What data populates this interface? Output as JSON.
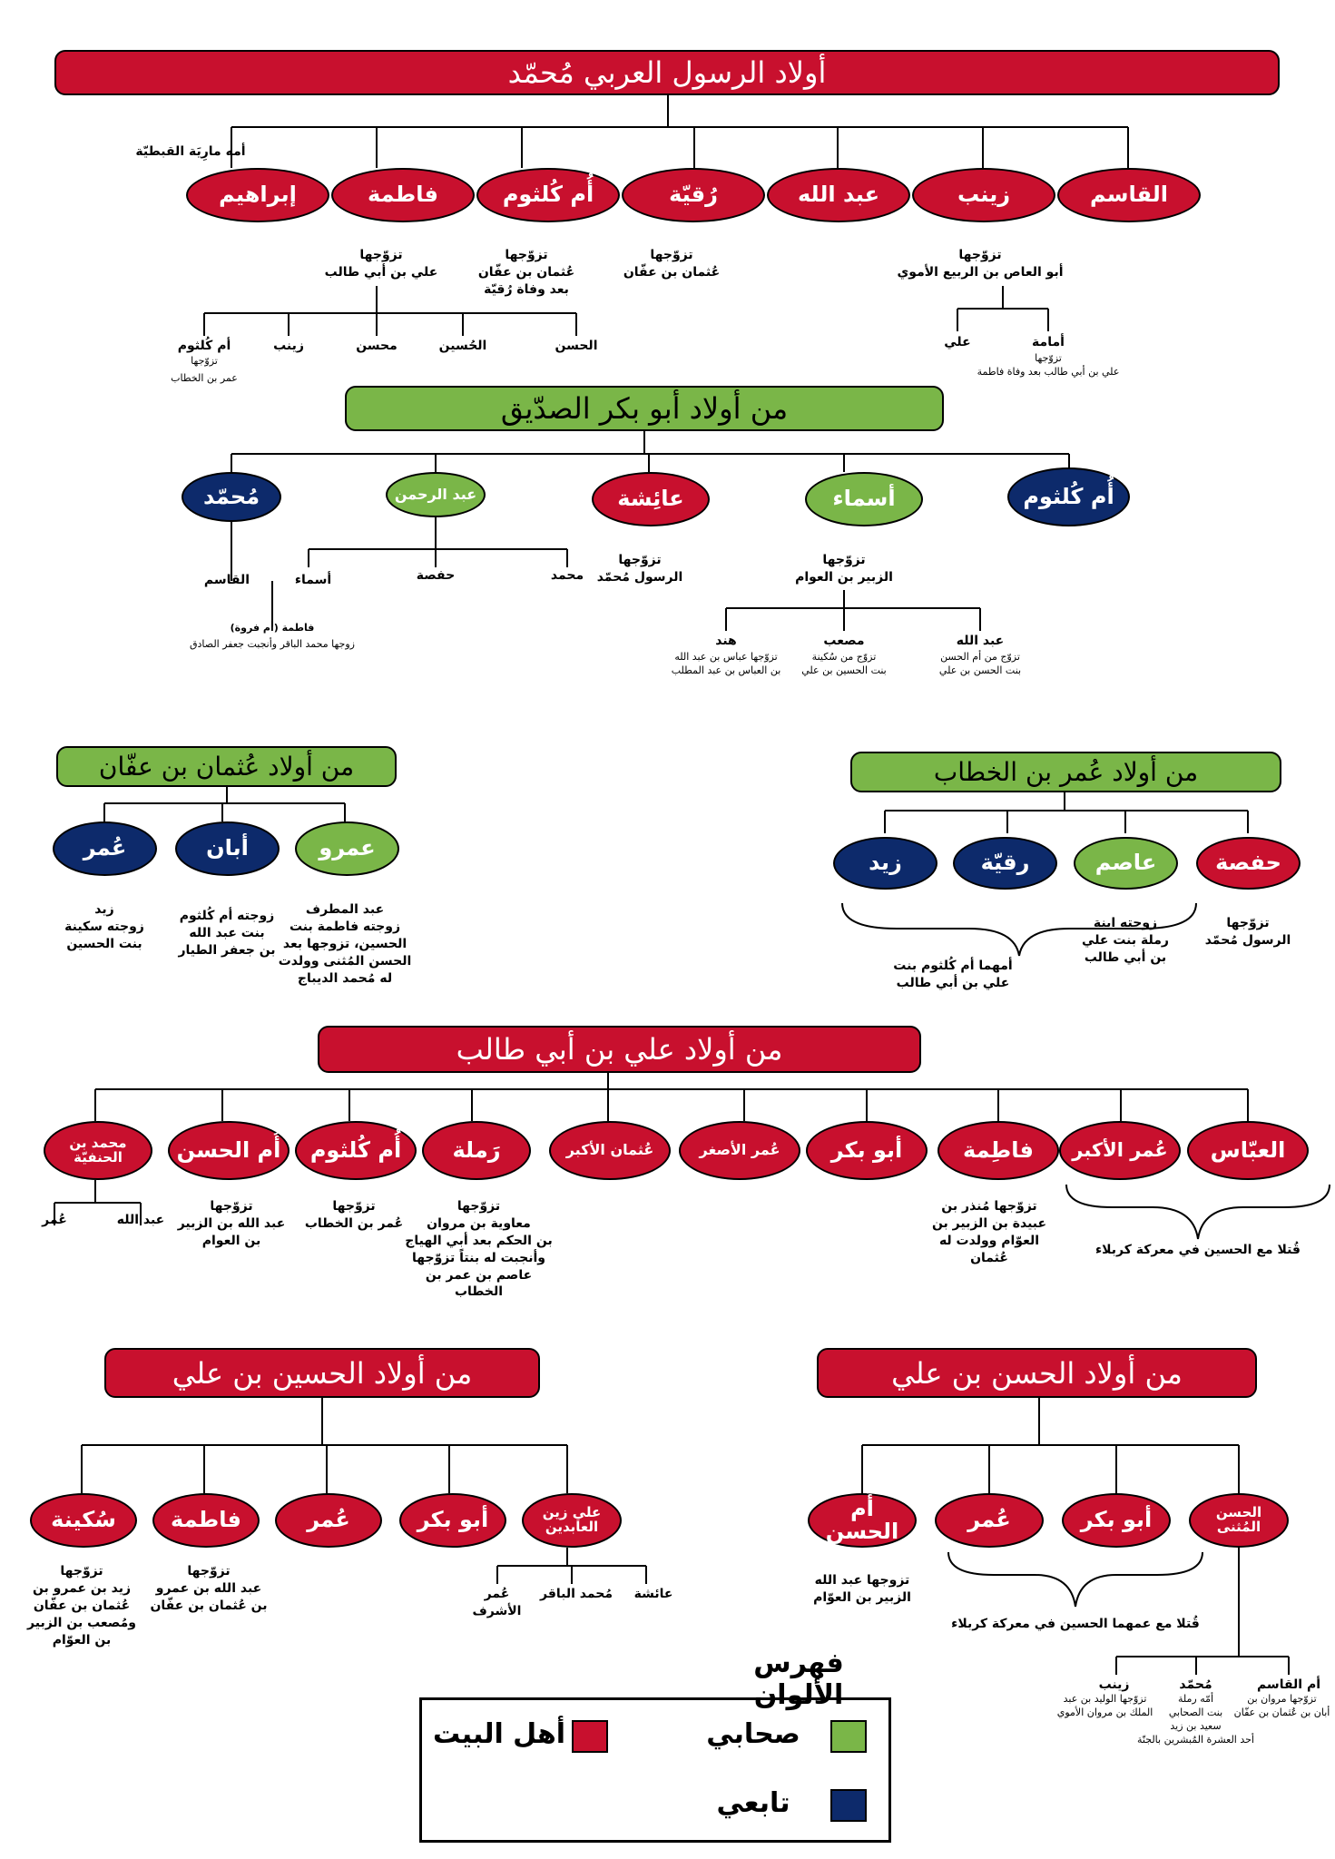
{
  "colors": {
    "red": "#c8102e",
    "green": "#7ab648",
    "blue": "#0d2a6b"
  },
  "prophet": {
    "title": "أولاد الرسول العربي مُحمّد",
    "children": [
      "القاسم",
      "زينب",
      "عبد الله",
      "رُقيّة",
      "أُم كُلثوم",
      "فاطمة",
      "إبراهيم"
    ],
    "ibrahim_note": "أمه مارِيَة القبطيّة",
    "zainab_note": "تزوّجها\nأبو العاص بن الربيع الأموي",
    "ruqayya_note": "تزوّجها\nعُثمان بن عفّان",
    "umm_kulthum_note": "تزوّجها\nعُثمان بن عفّان\nبعد وفاة رُقيّة",
    "fatima_note": "تزوّجها\nعلي بن أبي طالب",
    "fatima_children": [
      "الحسن",
      "الحُسين",
      "محسن",
      "زينب",
      "أم كُلثوم"
    ],
    "fatima_umm_kulthum_note": "تزوّجها",
    "fatima_umm_kulthum_note2": "عمر بن الخطاب",
    "zainab_children": [
      "أمامة",
      "علي"
    ],
    "umama_note": "تزوّجها\nعلي بن أبي طالب بعد وفاة فاطمة"
  },
  "abubakr": {
    "title": "من أولاد أبو بكر الصدّيق",
    "children": [
      "أُم كُلثوم",
      "أسماء",
      "عائِشة",
      "عبد الرحمن",
      "مُحمّد"
    ],
    "asma_note": "تزوّجها\nالزبير بن العوام",
    "aisha_note": "تزوّجها\nالرسول مُحمّد",
    "asma_children": [
      "عبد الله",
      "مصعب",
      "هند"
    ],
    "abdullah_note": "تزوّج من أم الحسن\nبنت الحسن بن علي",
    "musab_note": "تزوّج من سُكينة\nبنت الحسين بن علي",
    "hind_note": "تزوّجها عباس بن عبد الله\nبن العباس بن عبد المطلب",
    "abdulrahman_children": [
      "محمد",
      "حفصة",
      "أسماء"
    ],
    "muhammad_child": "القاسم",
    "farwa_title": "فاطمة (أم فروة)",
    "farwa_note": "زوجها محمد الباقر وأنجبت جعفر الصادق"
  },
  "uthman": {
    "title": "من أولاد عُثمان بن عفّان",
    "children": [
      "عمرو",
      "أبان",
      "عُمر"
    ],
    "amr_note": "عبد المطرف\nزوجته فاطمة بنت\nالحسين، تزوجها بعد\nالحسن المُثنى وولدت\nله مُحمد الديباج",
    "aban_note": "زوجته أم كُلثوم\nبنت عبد الله\nبن جعفر الطيار",
    "umar_note": "زيد\nزوجته سكينة\nبنت الحسين"
  },
  "umar": {
    "title": "من أولاد عُمر بن الخطاب",
    "children": [
      "حفصة",
      "عاصم",
      "رقيّة",
      "زيد"
    ],
    "hafsa_note": "تزوّجها\nالرسول مُحمّد",
    "asim_note": "زوجته ابنة\nرملة بنت علي\nبن أبي طالب",
    "mother_note": "أمهما أم كُلثوم بنت\nعلي بن أبي طالب"
  },
  "ali": {
    "title": "من أولاد علي بن أبي طالب",
    "children": [
      "العبّاس",
      "عُمر الأكبر",
      "فاطِمة",
      "أبو بكر",
      "عُمر الأصغر",
      "عُثمان الأكبر",
      "رَملة",
      "أُم كُلثوم",
      "أُم الحسن",
      "محمد بن الحنفيّة"
    ],
    "karbala_note": "قُتلا مع الحسين في معركة كربلاء",
    "fatima_note": "تزوّجها مُنذر بن\nعبيدة بن الزبير بن\nالعوّام وولدت له\nعُثمان",
    "ramla_note": "تزوّجها\nمعاوية بن مروان\nبن الحكم بعد أبي الهياج\nوأنجبت له بنتاً تزوّجها\nعاصم بن عمر بن الخطاب",
    "umm_kulthum_note": "تزوّجها\nعُمر بن الخطاب",
    "umm_hasan_note": "تزوّجها\nعبد الله بن الزبير\nبن العوام",
    "hanafiya_children": [
      "عبد الله",
      "عُمر"
    ]
  },
  "husayn": {
    "title": "من أولاد الحسين بن علي",
    "children": [
      "علي زين العابدين",
      "أبو بكر",
      "عُمر",
      "فاطمة",
      "سُكينة"
    ],
    "zayn_children": [
      "عائشة",
      "مُحمد الباقر",
      "عُمر الأشرف"
    ],
    "fatima_note": "تزوّجها\nعبد الله بن عمرو\nبن عُثمان بن عفّان",
    "sukayna_note": "تزوّجها\nزيد بن عمرو بن\nعُثمان بن عفّان\nومُصعب بن الزبير\nبن العوّام"
  },
  "hasan": {
    "title": "من أولاد الحسن بن علي",
    "children": [
      "الحسن المُثنى",
      "أبو بكر",
      "عُمر",
      "أُم الحسن"
    ],
    "umm_hasan_note": "تزوجها عبد الله\nالزبير بن العوّام",
    "karbala_note": "قُتلا مع عمهما الحسين في معركة كربلاء",
    "muthanna_children": [
      "أم القاسم",
      "مُحمّد",
      "زينب"
    ],
    "umm_qasim_note": "تزوّجها مروان بن\nأبان بن عُثمان بن عفّان",
    "muhammad_note": "أمّه رملة\nبنت الصحابي\nسعيد بن زيد\nأحد العشرة المُبشرين بالجنّة",
    "zainab_note": "تزوّجها الوليد بن عبد\nالملك بن مروان الأموي"
  },
  "legend": {
    "title": "فهرس الألوان",
    "ahl": "أهل البيت",
    "sahabi": "صحابي",
    "tabii": "تابعي"
  }
}
